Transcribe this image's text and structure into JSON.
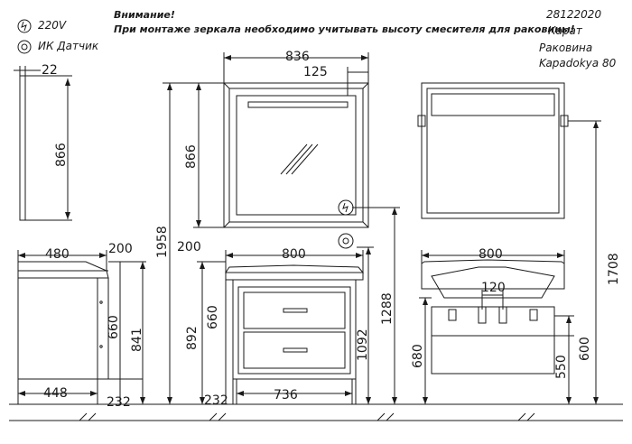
{
  "legend": {
    "power_label": "220V",
    "sensor_label": "ИК Датчик",
    "power_icon": "power-plug-icon",
    "sensor_icon": "ir-sensor-icon"
  },
  "notes": {
    "warning_title": "Внимание!",
    "warning_text": "При монтаже зеркала необходимо учитывать высоту смесителя для раковины!"
  },
  "info": {
    "article": "28122020",
    "product": "Карат",
    "sink_label": "Раковина",
    "sink_model": "Kapadokya 80"
  },
  "dimensions": {
    "mirror_depth": "22",
    "mirror_side_height": "866",
    "mirror_width": "836",
    "mirror_frame_offset": "125",
    "mirror_front_height": "866",
    "total_height": "1958",
    "sink_height_front": "200",
    "sink_height_side": "200",
    "cabinet_side_depth": "480",
    "cabinet_side_height": "660",
    "cabinet_side_top": "841",
    "cabinet_side_bottom_depth": "448",
    "cabinet_side_leg": "232",
    "cabinet_front_width": "800",
    "cabinet_front_height": "660",
    "cabinet_front_top": "892",
    "cabinet_front_leg": "232",
    "cabinet_front_bottom_width": "736",
    "mirror_sensor_height": "1092",
    "mirror_sensor_level": "1288",
    "rear_width": "800",
    "rear_pipe_spacing": "120",
    "rear_height": "680",
    "rear_outlet_height": "600",
    "rear_outlet_low": "550",
    "rear_mirror_height": "1708"
  }
}
